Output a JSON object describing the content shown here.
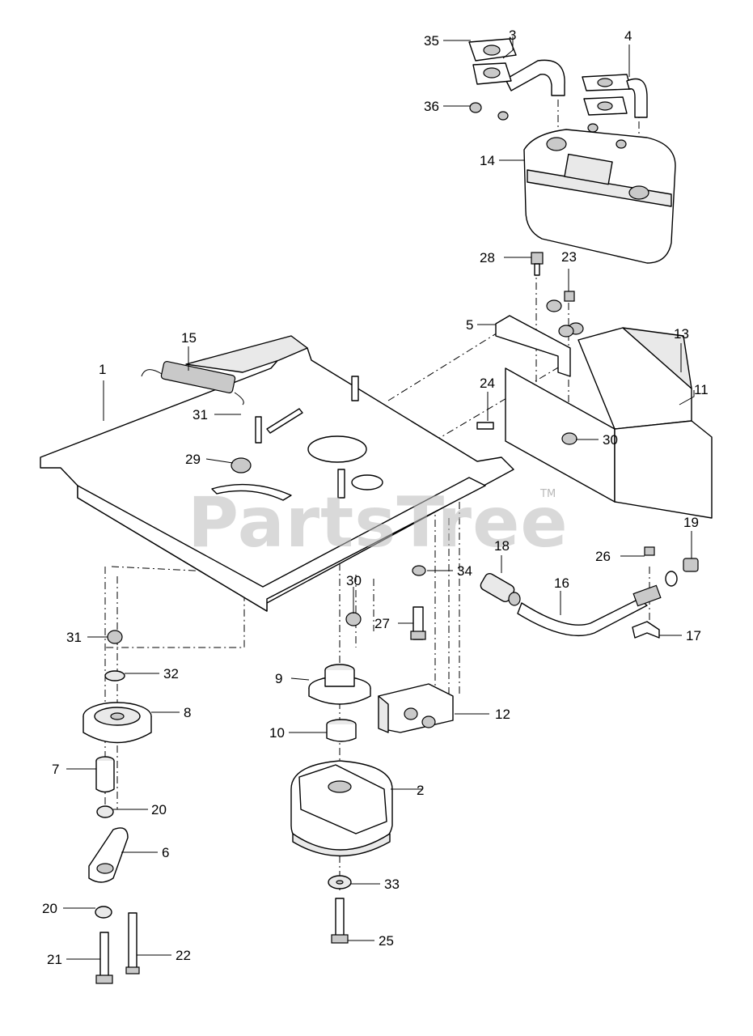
{
  "watermark": {
    "text": "PartsTree",
    "mark": "TM"
  },
  "callouts": [
    "1",
    "2",
    "3",
    "4",
    "5",
    "6",
    "7",
    "8",
    "9",
    "10",
    "11",
    "12",
    "13",
    "14",
    "15",
    "16",
    "17",
    "18",
    "19",
    "20",
    "20",
    "21",
    "22",
    "23",
    "24",
    "25",
    "26",
    "27",
    "28",
    "29",
    "30",
    "30",
    "31",
    "31",
    "32",
    "33",
    "34",
    "35",
    "36"
  ]
}
